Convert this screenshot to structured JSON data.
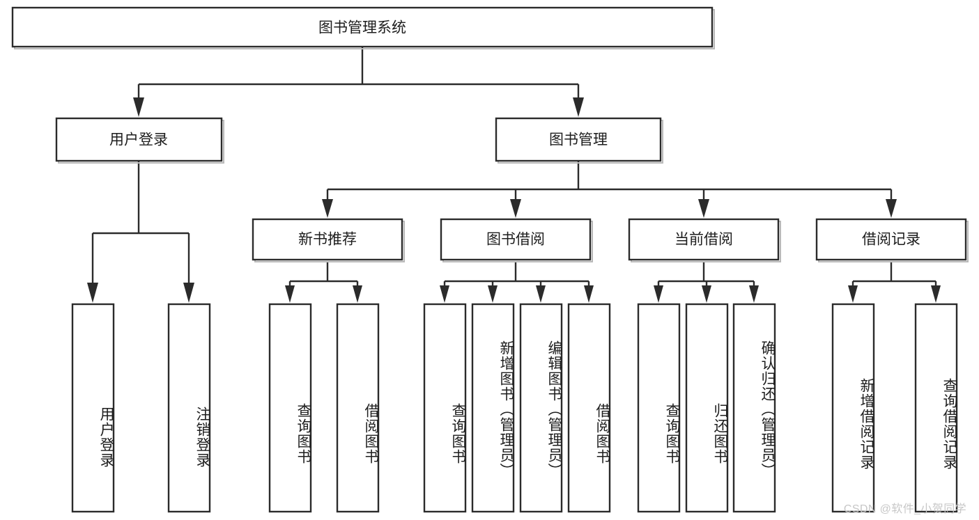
{
  "diagram": {
    "title": "图书管理系统",
    "watermark": "CSDN @软件_小贺同学",
    "root": {
      "label": "图书管理系统"
    },
    "level1": [
      {
        "label": "用户登录"
      },
      {
        "label": "图书管理"
      }
    ],
    "level2": [
      {
        "label": "新书推荐"
      },
      {
        "label": "图书借阅"
      },
      {
        "label": "当前借阅"
      },
      {
        "label": "借阅记录"
      }
    ],
    "leaves": {
      "user_login": [
        {
          "label": "用户登录"
        },
        {
          "label": "注销登录"
        }
      ],
      "new_book": [
        {
          "label": "查询图书"
        },
        {
          "label": "借阅图书"
        }
      ],
      "borrow_book": [
        {
          "label": "查询图书"
        },
        {
          "label": "新增图书（管理员）"
        },
        {
          "label": "编辑图书（管理员）"
        },
        {
          "label": "借阅图书"
        }
      ],
      "current_borrow": [
        {
          "label": "查询图书"
        },
        {
          "label": "归还图书"
        },
        {
          "label": "确认归还（管理员）"
        }
      ],
      "borrow_record": [
        {
          "label": "新增借阅记录"
        },
        {
          "label": "查询借阅记录"
        }
      ]
    }
  },
  "chart_data": {
    "type": "diagram",
    "title": "图书管理系统",
    "layout": "top-down tree / function structure chart",
    "levels": 4,
    "nodes": [
      {
        "id": "root",
        "label": "图书管理系统",
        "level": 0,
        "parent": null,
        "orientation": "horizontal"
      },
      {
        "id": "n1",
        "label": "用户登录",
        "level": 1,
        "parent": "root",
        "orientation": "horizontal"
      },
      {
        "id": "n2",
        "label": "图书管理",
        "level": 1,
        "parent": "root",
        "orientation": "horizontal"
      },
      {
        "id": "n3",
        "label": "新书推荐",
        "level": 2,
        "parent": "n2",
        "orientation": "horizontal"
      },
      {
        "id": "n4",
        "label": "图书借阅",
        "level": 2,
        "parent": "n2",
        "orientation": "horizontal"
      },
      {
        "id": "n5",
        "label": "当前借阅",
        "level": 2,
        "parent": "n2",
        "orientation": "horizontal"
      },
      {
        "id": "n6",
        "label": "借阅记录",
        "level": 2,
        "parent": "n2",
        "orientation": "horizontal"
      },
      {
        "id": "l1",
        "label": "用户登录",
        "level": 2,
        "parent": "n1",
        "orientation": "vertical"
      },
      {
        "id": "l2",
        "label": "注销登录",
        "level": 2,
        "parent": "n1",
        "orientation": "vertical"
      },
      {
        "id": "l3",
        "label": "查询图书",
        "level": 3,
        "parent": "n3",
        "orientation": "vertical"
      },
      {
        "id": "l4",
        "label": "借阅图书",
        "level": 3,
        "parent": "n3",
        "orientation": "vertical"
      },
      {
        "id": "l5",
        "label": "查询图书",
        "level": 3,
        "parent": "n4",
        "orientation": "vertical"
      },
      {
        "id": "l6",
        "label": "新增图书（管理员）",
        "level": 3,
        "parent": "n4",
        "orientation": "vertical"
      },
      {
        "id": "l7",
        "label": "编辑图书（管理员）",
        "level": 3,
        "parent": "n4",
        "orientation": "vertical"
      },
      {
        "id": "l8",
        "label": "借阅图书",
        "level": 3,
        "parent": "n4",
        "orientation": "vertical"
      },
      {
        "id": "l9",
        "label": "查询图书",
        "level": 3,
        "parent": "n5",
        "orientation": "vertical"
      },
      {
        "id": "l10",
        "label": "归还图书",
        "level": 3,
        "parent": "n5",
        "orientation": "vertical"
      },
      {
        "id": "l11",
        "label": "确认归还（管理员）",
        "level": 3,
        "parent": "n5",
        "orientation": "vertical"
      },
      {
        "id": "l12",
        "label": "新增借阅记录",
        "level": 3,
        "parent": "n6",
        "orientation": "vertical"
      },
      {
        "id": "l13",
        "label": "查询借阅记录",
        "level": 3,
        "parent": "n6",
        "orientation": "vertical"
      }
    ],
    "edges": [
      {
        "from": "root",
        "to": "n1"
      },
      {
        "from": "root",
        "to": "n2"
      },
      {
        "from": "n1",
        "to": "l1"
      },
      {
        "from": "n1",
        "to": "l2"
      },
      {
        "from": "n2",
        "to": "n3"
      },
      {
        "from": "n2",
        "to": "n4"
      },
      {
        "from": "n2",
        "to": "n5"
      },
      {
        "from": "n2",
        "to": "n6"
      },
      {
        "from": "n3",
        "to": "l3"
      },
      {
        "from": "n3",
        "to": "l4"
      },
      {
        "from": "n4",
        "to": "l5"
      },
      {
        "from": "n4",
        "to": "l6"
      },
      {
        "from": "n4",
        "to": "l7"
      },
      {
        "from": "n4",
        "to": "l8"
      },
      {
        "from": "n5",
        "to": "l9"
      },
      {
        "from": "n5",
        "to": "l10"
      },
      {
        "from": "n5",
        "to": "l11"
      },
      {
        "from": "n6",
        "to": "l12"
      },
      {
        "from": "n6",
        "to": "l13"
      }
    ],
    "colors": {
      "box_stroke": "#2b2b2b",
      "box_fill": "#ffffff",
      "text": "#1d1d1d",
      "watermark": "#c7c7c7"
    }
  }
}
